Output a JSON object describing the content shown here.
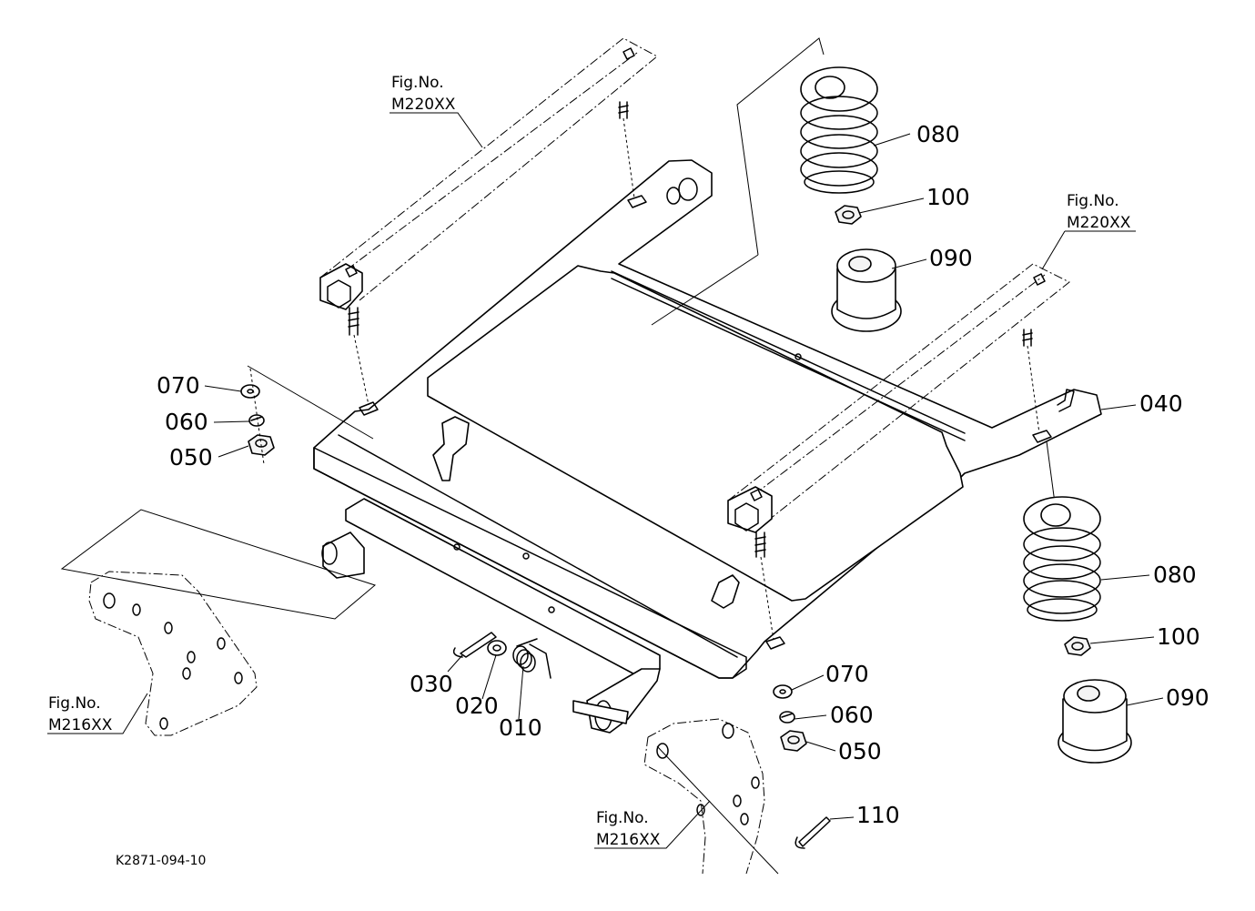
{
  "callouts": {
    "c010": "010",
    "c020": "020",
    "c030": "030",
    "c040": "040",
    "c050a": "050",
    "c050b": "050",
    "c060a": "060",
    "c060b": "060",
    "c070a": "070",
    "c070b": "070",
    "c080a": "080",
    "c080b": "080",
    "c090a": "090",
    "c090b": "090",
    "c100a": "100",
    "c100b": "100",
    "c110": "110"
  },
  "figure_refs": {
    "rail_left": {
      "line1": "Fig.No.",
      "line2": "M220XX"
    },
    "rail_right": {
      "line1": "Fig.No.",
      "line2": "M220XX"
    },
    "bracket_left": {
      "line1": "Fig.No.",
      "line2": "M216XX"
    },
    "bracket_bottom": {
      "line1": "Fig.No.",
      "line2": "M216XX"
    }
  },
  "drawing_code": "K2871-094-10"
}
